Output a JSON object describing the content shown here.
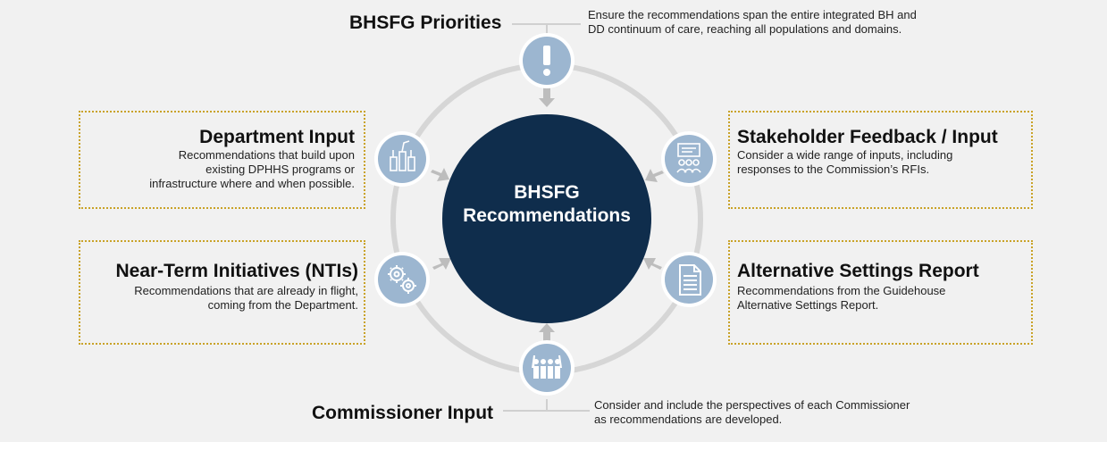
{
  "center": {
    "line1": "BHSFG",
    "line2": "Recommendations"
  },
  "nodes": {
    "priorities": {
      "title": "BHSFG Priorities",
      "desc_l1": "Ensure the recommendations span the entire integrated BH and",
      "desc_l2": "DD continuum of care, reaching all populations and domains.",
      "icon": "exclamation-icon"
    },
    "department": {
      "title": "Department Input",
      "desc_l1": "Recommendations that build upon",
      "desc_l2": "existing DPHHS programs or",
      "desc_l3": "infrastructure where and when possible.",
      "icon": "raised-hands-icon"
    },
    "stakeholder": {
      "title": "Stakeholder Feedback / Input",
      "desc_l1": "Consider a wide range of inputs, including",
      "desc_l2": "responses to the Commission’s RFIs.",
      "icon": "presentation-group-icon"
    },
    "nti": {
      "title": "Near-Term Initiatives (NTIs)",
      "desc_l1": "Recommendations that are already in flight,",
      "desc_l2": "coming from the Department.",
      "icon": "gears-icon"
    },
    "alternative": {
      "title": "Alternative Settings Report",
      "desc_l1": "Recommendations from the Guidehouse",
      "desc_l2": "Alternative Settings Report.",
      "icon": "document-icon"
    },
    "commissioner": {
      "title": "Commissioner Input",
      "desc_l1": "Consider and include the perspectives of each Commissioner",
      "desc_l2": "as recommendations are developed.",
      "icon": "group-raised-hands-icon"
    }
  },
  "colors": {
    "center_fill": "#0f2d4c",
    "icon_fill": "#9cb6d0",
    "ring": "#d6d6d6",
    "box_border": "#c9a227",
    "background": "#f1f1f1"
  }
}
